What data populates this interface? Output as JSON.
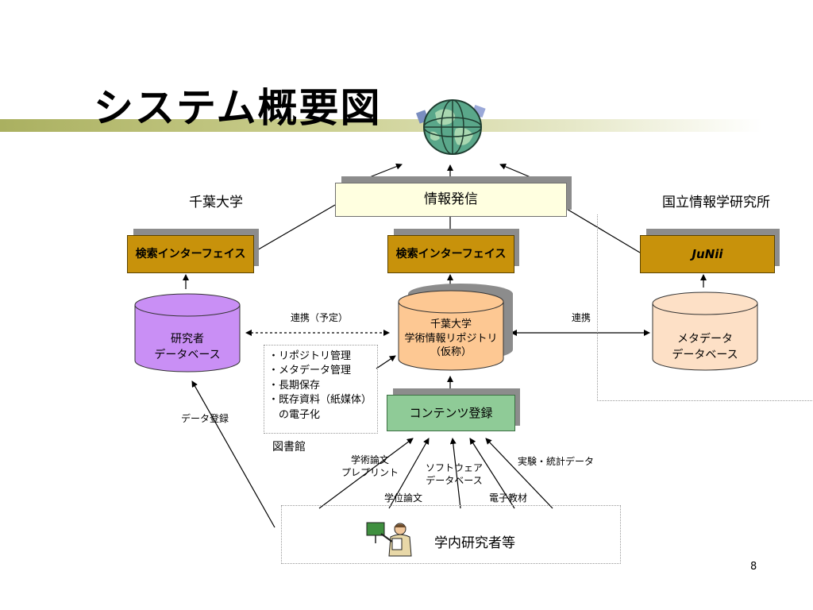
{
  "slide": {
    "title": "システム概要図",
    "page_number": "8"
  },
  "top": {
    "info_box": "情報発信"
  },
  "left": {
    "org_label": "千葉大学",
    "search_box": "検索インターフェイス",
    "db_line1": "研究者",
    "db_line2": "データベース",
    "link_label": "連携（予定）",
    "data_reg_label": "データ登録"
  },
  "center": {
    "search_box": "検索インターフェイス",
    "repo_line1": "千葉大学",
    "repo_line2": "学術情報リポジトリ",
    "repo_line3": "（仮称）",
    "content_box": "コンテンツ登録",
    "library_tasks": [
      "・リポジトリ管理",
      "・メタデータ管理",
      "・長期保存",
      "・既存資料（紙媒体）",
      "　の電子化"
    ],
    "library_label": "図書館"
  },
  "right": {
    "org_label": "国立情報学研究所",
    "junii_box": "JuNii",
    "db_line1": "メタデータ",
    "db_line2": "データベース",
    "link_label": "連携"
  },
  "inputs": {
    "paper_line1": "学術論文",
    "paper_line2": "プレプリント",
    "degree": "学位論文",
    "software_line1": "ソフトウェア",
    "software_line2": "データベース",
    "materials": "電子教材",
    "experiment": "実験・統計データ"
  },
  "bottom": {
    "researchers": "学内研究者等"
  },
  "colors": {
    "gold": "#c8920b",
    "cream": "#ffffe0",
    "green": "#8fcb97",
    "purple": "#c98ff5",
    "orange": "#fdc893",
    "peach": "#fde0c6"
  },
  "icons": [
    "globe-icon",
    "teacher-icon"
  ]
}
